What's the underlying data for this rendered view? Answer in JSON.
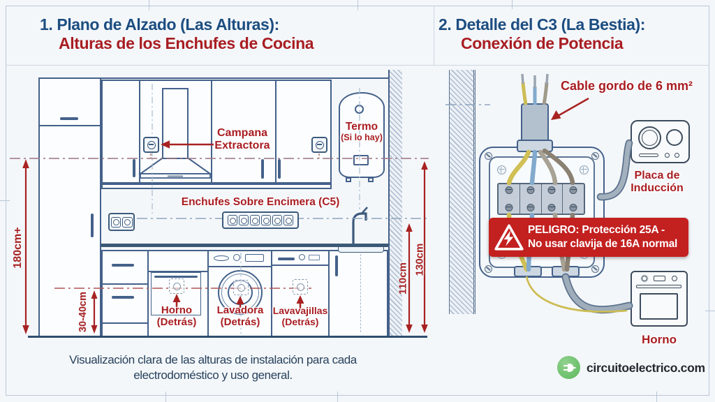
{
  "left": {
    "title1": "1. Plano de Alzado (Las Alturas):",
    "title2": "Alturas de los Enchufes de Cocina",
    "campana1": "Campana",
    "campana2": "Extractora",
    "termo1": "Termo",
    "termo2": "(Si lo hay)",
    "enchufes": "Enchufes Sobre Encimera (C5)",
    "horno1": "Horno",
    "horno2": "(Detrás)",
    "lavadora1": "Lavadora",
    "lavadora2": "(Detrás)",
    "lavavajillas1": "Lavavajillas",
    "lavavajillas2": "(Detrás)",
    "dim_left": "180cm+",
    "dim_lower": "30-40cm",
    "dim_right_inner": "110cm",
    "dim_right_outer": "130cm",
    "caption1": "Visualización clara de las alturas de instalación para cada",
    "caption2": "electrodoméstico y uso general."
  },
  "right": {
    "title1": "2. Detalle del C3 (La Bestia):",
    "title2": "Conexión de Potencia",
    "cable_label": "Cable gordo de 6 mm²",
    "placa1": "Placa de",
    "placa2": "Inducción",
    "warn1": "PELIGRO: Protección 25A -",
    "warn2": "No usar clavija de 16A normal",
    "horno": "Horno"
  },
  "footer": {
    "brand": "circuitoelectrico.com"
  },
  "icons": {
    "logo": "plug-icon",
    "warning": "warning-triangle-bolt-icon",
    "induction": "induction-hob-icon",
    "oven": "oven-icon"
  },
  "colors": {
    "title_blue": "#1c4d80",
    "accent_red": "#a81d22",
    "line_blue": "#44618a",
    "dim_red": "#a82222",
    "warning_bg": "#c32020",
    "warning_text": "#ffffff",
    "logo_green": "#66bd63",
    "paper": "#f4f7fa"
  }
}
